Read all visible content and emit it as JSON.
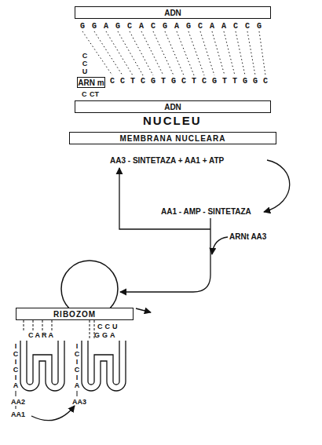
{
  "diagram": {
    "nodes": [
      {
        "text": [
          "ADN"
        ]
      },
      {
        "text": [
          "ARN m"
        ]
      },
      {
        "text": [
          "ADN"
        ]
      },
      {
        "text": [
          "MEMBRANA NUCLEARA"
        ]
      },
      {
        "text": [
          "RIBOZOM"
        ]
      },
      {
        "text": [
          "CARA",
          "ICICIA"
        ]
      },
      {
        "text": [
          "GGA",
          "ICICIA"
        ]
      }
    ],
    "labels": [
      "GGAGCACGAGCAACCG",
      "CCU",
      "CCTCGTGCTCGTTGGC",
      "C",
      "CT",
      "NUCLEU",
      "AA3 - SINTETAZA + AA1 + ATP",
      "AA1 - AMP - SINTETAZA",
      "ARNt AA3",
      "CCU",
      "AA2",
      "AA1",
      "AA3"
    ]
  }
}
